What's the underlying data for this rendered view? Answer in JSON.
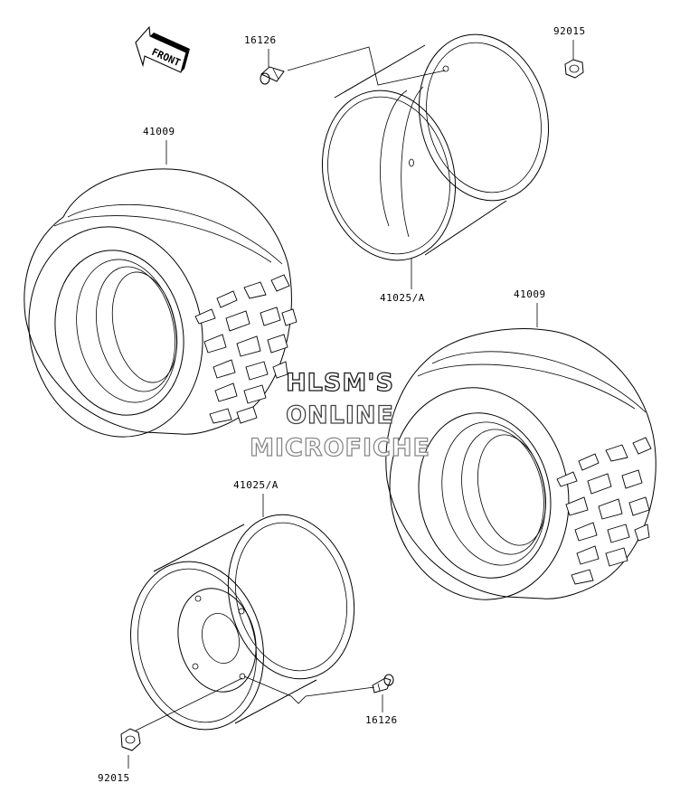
{
  "diagram": {
    "front_arrow_text": "FRONT",
    "labels": {
      "valve_top": "16126",
      "nut_top": "92015",
      "tire_left": "41009",
      "wheel_top": "41025/A",
      "tire_right": "41009",
      "wheel_bottom": "41025/A",
      "valve_bottom": "16126",
      "nut_bottom": "92015"
    }
  },
  "watermark": {
    "line1": "HLSM'S",
    "line2": "ONLINE",
    "line3": "MICROFICHE"
  }
}
